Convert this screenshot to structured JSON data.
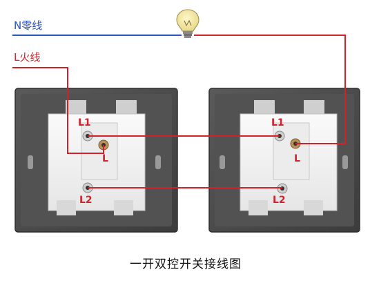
{
  "labels": {
    "neutral": "N零线",
    "live": "L火线",
    "caption": "一开双控开关接线图",
    "left_L1": "L1",
    "left_L": "L",
    "left_L2": "L2",
    "right_L1": "L1",
    "right_L": "L",
    "right_L2": "L2"
  },
  "colors": {
    "neutral_wire": "#2a52b8",
    "live_wire": "#d3202a",
    "frame": "#4a4a4a",
    "panel": "#f2f2f2"
  },
  "icons": {
    "lamp": "light-bulb-icon"
  }
}
